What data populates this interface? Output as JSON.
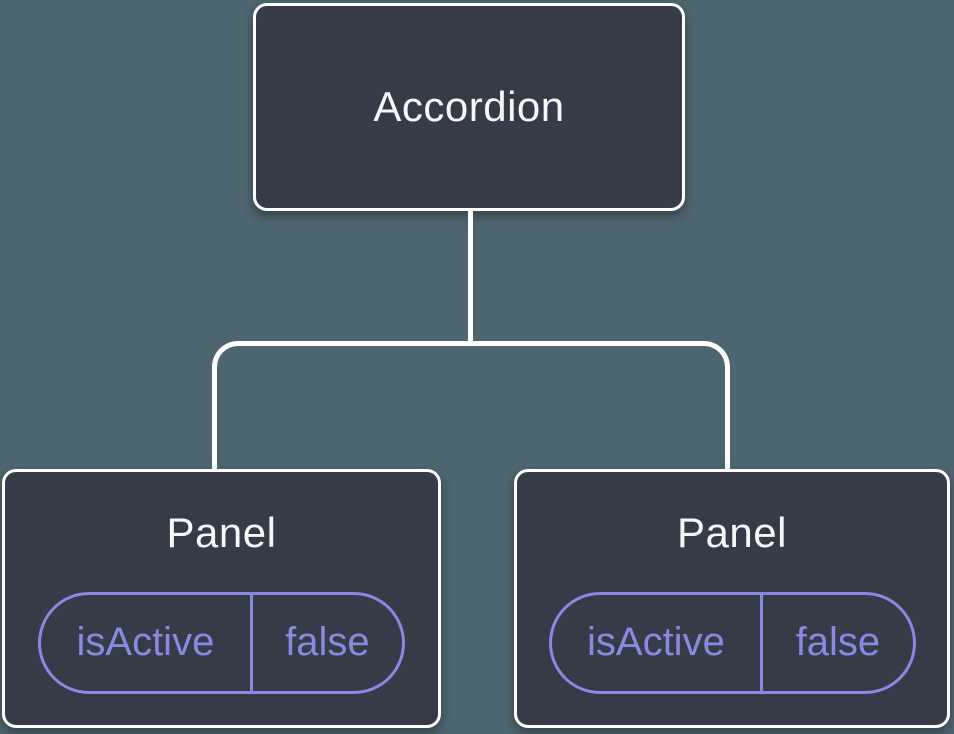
{
  "diagram": {
    "root": {
      "label": "Accordion"
    },
    "children": [
      {
        "label": "Panel",
        "state": {
          "name": "isActive",
          "value": "false"
        }
      },
      {
        "label": "Panel",
        "state": {
          "name": "isActive",
          "value": "false"
        }
      }
    ]
  },
  "theme": {
    "bg": "#4D656F",
    "card": "#353B47",
    "line": "#FFFFFF",
    "accent": "#8789E3",
    "text": "#F6F7F9"
  }
}
